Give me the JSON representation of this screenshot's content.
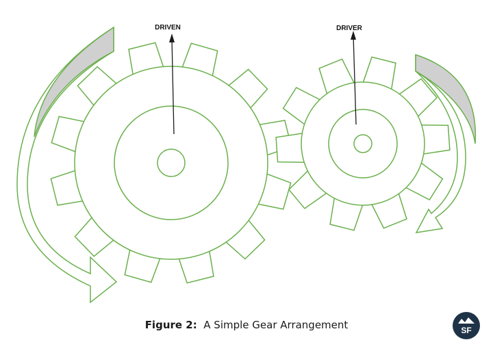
{
  "gears": {
    "driven": {
      "label": "DRIVEN",
      "teeth": 12
    },
    "driver": {
      "label": "DRIVER",
      "teeth": 10
    }
  },
  "caption": {
    "figure_number": "Figure 2:",
    "title": "A Simple Gear Arrangement"
  },
  "logo": {
    "text": "SF"
  },
  "colors": {
    "outline": "#6ab04c",
    "arrow_fill": "#d0d0d0",
    "pointer": "#1a1a1a",
    "logo_bg": "#1f3347"
  }
}
